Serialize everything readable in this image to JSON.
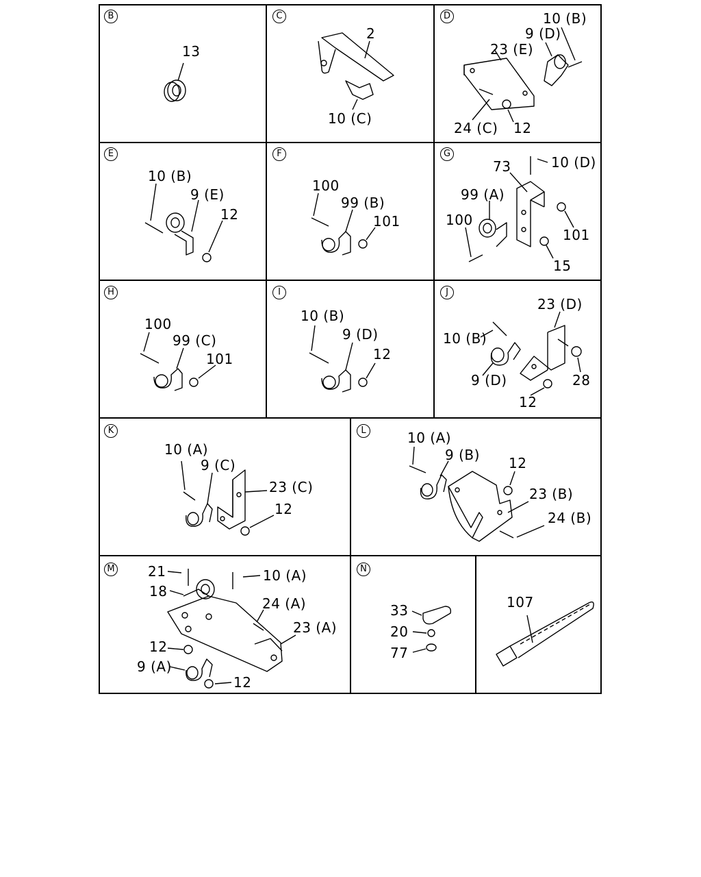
{
  "panels": {
    "B": {
      "letter": "B",
      "labels": [
        "13"
      ]
    },
    "C": {
      "letter": "C",
      "labels": [
        "2",
        "10 (C)"
      ]
    },
    "D": {
      "letter": "D",
      "labels": [
        "10 (B)",
        "9 (D)",
        "23 (E)",
        "24 (C)",
        "12"
      ]
    },
    "E": {
      "letter": "E",
      "labels": [
        "10 (B)",
        "9 (E)",
        "12"
      ]
    },
    "F": {
      "letter": "F",
      "labels": [
        "100",
        "99 (B)",
        "101"
      ]
    },
    "G": {
      "letter": "G",
      "labels": [
        "73",
        "10 (D)",
        "99 (A)",
        "100",
        "101",
        "15"
      ]
    },
    "H": {
      "letter": "H",
      "labels": [
        "100",
        "99 (C)",
        "101"
      ]
    },
    "I": {
      "letter": "I",
      "labels": [
        "10 (B)",
        "9 (D)",
        "12"
      ]
    },
    "J": {
      "letter": "J",
      "labels": [
        "23 (D)",
        "10 (B)",
        "28",
        "9 (D)",
        "12"
      ]
    },
    "K": {
      "letter": "K",
      "labels": [
        "10 (A)",
        "9 (C)",
        "23 (C)",
        "12"
      ]
    },
    "L": {
      "letter": "L",
      "labels": [
        "10 (A)",
        "9 (B)",
        "12",
        "23 (B)",
        "24 (B)"
      ]
    },
    "M": {
      "letter": "M",
      "labels": [
        "21",
        "10 (A)",
        "18",
        "24 (A)",
        "23 (A)",
        "12",
        "9 (A)",
        "12"
      ]
    },
    "N": {
      "letter": "N",
      "labels": [
        "33",
        "20",
        "77"
      ]
    },
    "P": {
      "labels": [
        "107"
      ]
    }
  }
}
